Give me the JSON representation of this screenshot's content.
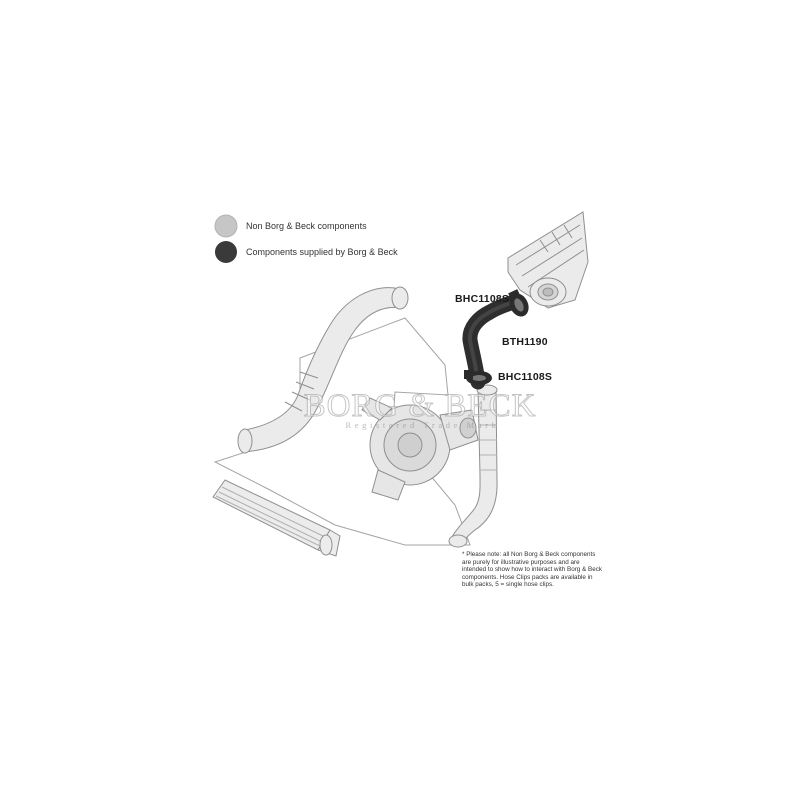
{
  "legend": {
    "non_bb": {
      "label": "Non Borg & Beck components",
      "color": "#c6c6c6"
    },
    "bb": {
      "label": "Components supplied by Borg & Beck",
      "color": "#3a3a3a"
    }
  },
  "parts": {
    "clip_top": "BHC1108S",
    "hose": "BTH1190",
    "clip_bottom": "BHC1108S"
  },
  "note": "* Please note: all Non Borg & Beck components are purely for illustrative purposes and are intended to show how to interact with Borg & Beck components. Hose Clips packs are available in bulk packs, 5 = single hose clips.",
  "watermark": {
    "brand": "BORG & BECK",
    "subtitle": "Registered Trade Mark"
  },
  "colors": {
    "component_fill": "#e9e9e9",
    "component_stroke": "#8f8f8f",
    "supplied_fill": "#2e2e2e",
    "outline": "#9a9a9a"
  }
}
